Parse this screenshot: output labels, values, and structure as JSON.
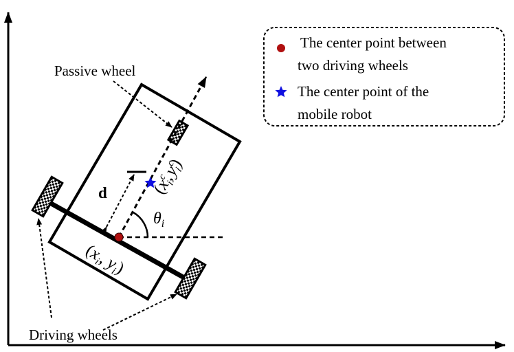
{
  "legend": {
    "items": [
      {
        "marker": "red-dot",
        "color": "#b01010",
        "line1": "The center point between",
        "line2": "two driving wheels"
      },
      {
        "marker": "blue-star",
        "color": "#1010e0",
        "line1": "The center point of the",
        "line2": "mobile robot"
      }
    ]
  },
  "labels": {
    "passive_wheel": "Passive wheel",
    "driving_wheels": "Driving wheels",
    "d": "d"
  },
  "math": {
    "theta": "θ",
    "theta_sub": "i",
    "center_wheel": {
      "x": "x",
      "x_sub": "i",
      "y": "y",
      "y_sub": "i"
    },
    "center_robot": {
      "x": "x",
      "x_sub": "i",
      "x_sup": "c",
      "y": "y",
      "y_sub": "i",
      "y_sup": "c"
    }
  }
}
